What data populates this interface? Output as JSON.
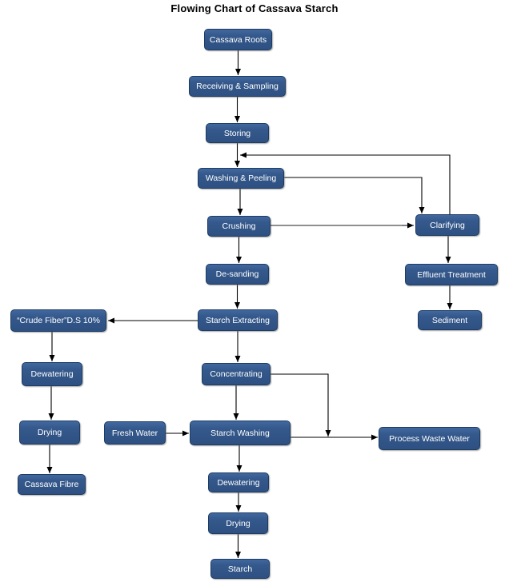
{
  "title": "Flowing Chart of Cassava Starch",
  "colors": {
    "node_fill": "#35598C",
    "node_border": "#1E3C61",
    "node_text": "#FFFFFF",
    "connector": "#000000",
    "connector_gray": "#8F8F8F",
    "background": "#FFFFFF"
  },
  "diagram": {
    "nodes": [
      {
        "id": "cassava-roots",
        "label": "Cassava Roots"
      },
      {
        "id": "receiving-sampling",
        "label": "Receiving & Sampling"
      },
      {
        "id": "storing",
        "label": "Storing"
      },
      {
        "id": "washing-peeling",
        "label": "Washing & Peeling"
      },
      {
        "id": "crushing",
        "label": "Crushing"
      },
      {
        "id": "clarifying",
        "label": "Clarifying"
      },
      {
        "id": "de-sanding",
        "label": "De-sanding"
      },
      {
        "id": "effluent-treatment",
        "label": "Effluent Treatment"
      },
      {
        "id": "starch-extracting",
        "label": "Starch Extracting"
      },
      {
        "id": "crude-fiber",
        "label": "“Crude Fiber”D.S 10%"
      },
      {
        "id": "sediment",
        "label": "Sediment"
      },
      {
        "id": "dewatering-fiber",
        "label": "Dewatering"
      },
      {
        "id": "concentrating",
        "label": "Concentrating"
      },
      {
        "id": "drying-fiber",
        "label": "Drying"
      },
      {
        "id": "fresh-water",
        "label": "Fresh Water"
      },
      {
        "id": "starch-washing",
        "label": "Starch Washing"
      },
      {
        "id": "process-waste-water",
        "label": "Process Waste Water"
      },
      {
        "id": "cassava-fibre",
        "label": "Cassava Fibre"
      },
      {
        "id": "dewatering-starch",
        "label": "Dewatering"
      },
      {
        "id": "drying-starch",
        "label": "Drying"
      },
      {
        "id": "starch",
        "label": "Starch"
      }
    ],
    "edges": [
      {
        "from": "cassava-roots",
        "to": "receiving-sampling"
      },
      {
        "from": "receiving-sampling",
        "to": "storing"
      },
      {
        "from": "storing",
        "to": "washing-peeling"
      },
      {
        "from": "clarifying",
        "to": "washing-peeling"
      },
      {
        "from": "washing-peeling",
        "to": "crushing"
      },
      {
        "from": "washing-peeling",
        "to": "clarifying"
      },
      {
        "from": "crushing",
        "to": "clarifying"
      },
      {
        "from": "crushing",
        "to": "de-sanding"
      },
      {
        "from": "clarifying",
        "to": "effluent-treatment"
      },
      {
        "from": "effluent-treatment",
        "to": "sediment"
      },
      {
        "from": "de-sanding",
        "to": "starch-extracting"
      },
      {
        "from": "starch-extracting",
        "to": "crude-fiber"
      },
      {
        "from": "starch-extracting",
        "to": "concentrating"
      },
      {
        "from": "crude-fiber",
        "to": "dewatering-fiber"
      },
      {
        "from": "dewatering-fiber",
        "to": "drying-fiber"
      },
      {
        "from": "drying-fiber",
        "to": "cassava-fibre"
      },
      {
        "from": "concentrating",
        "to": "starch-washing"
      },
      {
        "from": "concentrating",
        "to": "process-waste-water"
      },
      {
        "from": "fresh-water",
        "to": "starch-washing"
      },
      {
        "from": "starch-washing",
        "to": "process-waste-water"
      },
      {
        "from": "starch-washing",
        "to": "dewatering-starch"
      },
      {
        "from": "dewatering-starch",
        "to": "drying-starch"
      },
      {
        "from": "drying-starch",
        "to": "starch"
      }
    ]
  }
}
